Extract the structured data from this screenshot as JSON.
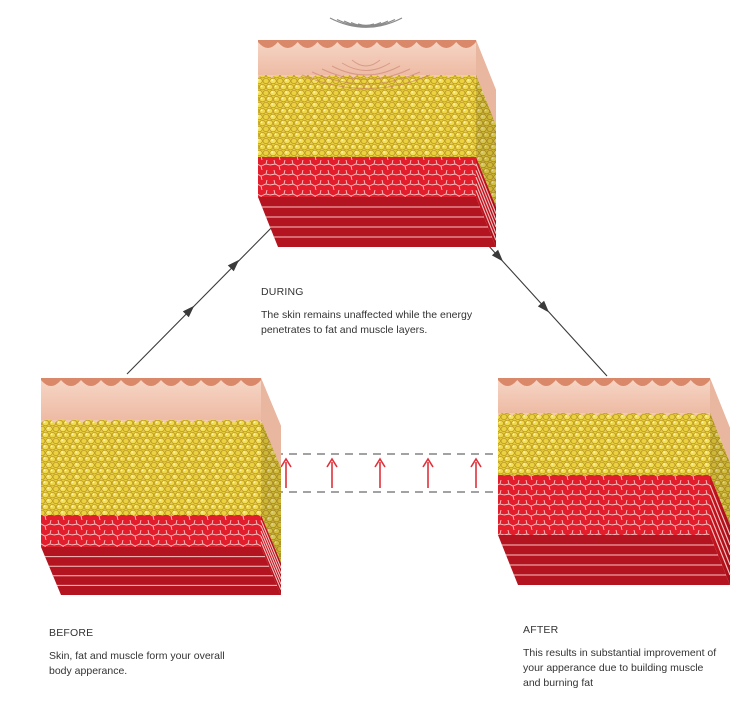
{
  "stages": {
    "during": {
      "heading": "DURING",
      "description": "The skin remains unaffected while the energy penetrates to fat and muscle layers."
    },
    "before": {
      "heading": "BEFORE",
      "description": "Skin, fat and muscle form your overall body apperance."
    },
    "after": {
      "heading": "AFTER",
      "description": "This results in substantial improvement of your apperance due to building muscle and burning fat"
    }
  },
  "colors": {
    "skin_top": "#e9a98a",
    "skin_edge": "#d9886a",
    "skin_body": "#f4cdbb",
    "skin_body_dark": "#e9b6a0",
    "fat": "#e9cf3a",
    "fat_dark": "#b9972a",
    "fat_light": "#fff08a",
    "muscle": "#e21e2c",
    "muscle_dark": "#b4141f",
    "muscle_line": "#f7c4c4",
    "arrow": "#3a3a3a",
    "lift_arrow": "#e0303a",
    "dash": "#444444",
    "wave": "#8a8a8a"
  }
}
